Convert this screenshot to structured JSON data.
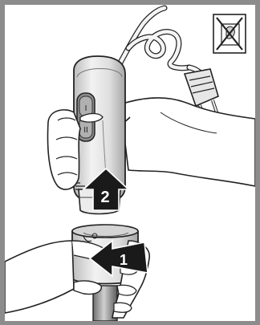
{
  "illustration": {
    "step_arrows": [
      {
        "number": "1",
        "direction": "left"
      },
      {
        "number": "2",
        "direction": "up"
      }
    ],
    "switch_labels": [
      "I",
      "II"
    ],
    "warning_icon": "no-submerge-icon"
  },
  "colors": {
    "frame": "#8c8c8c",
    "background": "#ffffff",
    "arrow_fill": "#1a1a1a",
    "line": "#222222",
    "body_gray": "#d9d9d9",
    "dark_gray": "#7a7a7a"
  }
}
